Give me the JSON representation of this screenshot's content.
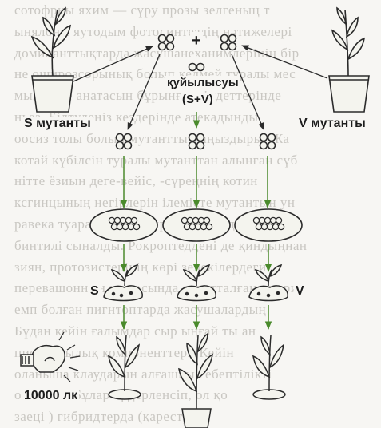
{
  "labels": {
    "s_mutant": "S мутанты",
    "v_mutant": "V мутанты",
    "plus": "+",
    "mixture": "қуйылысуы",
    "mixture_formula": "(S+V)",
    "s": "S",
    "v": "V",
    "light": "10000 лк"
  },
  "background_text": [
    "сотофрны яхим  — сүру прозы зелгеныц т",
    "ынялоны яутодым фотосинтездің нәтижелері",
    "доминанттықтарда жасушанеханимлерінің бір",
    "не оширозсорынық болып келмей туралы  мес",
    "мыз жене анатасын бұрынғы міндеттерінде",
    "ньез. Білтуленіз кездерінде атекадынды",
    "оосиз толы болып мутантты маңыздыры. Жа",
    "котай күбілсін туралы мутанттан алынған сұб",
    "нітте ёзиын деге-вейіс,  -сүреңнің котин",
    "ксгинцының негірлерін ілемісте мутантын ун",
    "равека туаралгін пирнмрисолетс ізділгі ниңа",
    "бинтилі сыналды. Рокроптеддені де қиндыңнан",
    "зиян, протозистерінің көрі зелекілердеги",
    "перевашонның мемосында сипатталған тәжри",
    "емп болған пигнтоптарда жасушалардың",
    "Бұдан кейін ғалымдар сыр ыңғай ты ан",
    "пиоциясылық компоненттері. Кейін",
    "оланыша клаударын алғашқы себептілікті",
    "ойелады. Бұлар ордерленсіп, ол қо",
    "заеці ) гибридтерда (қарест)"
  ]
}
